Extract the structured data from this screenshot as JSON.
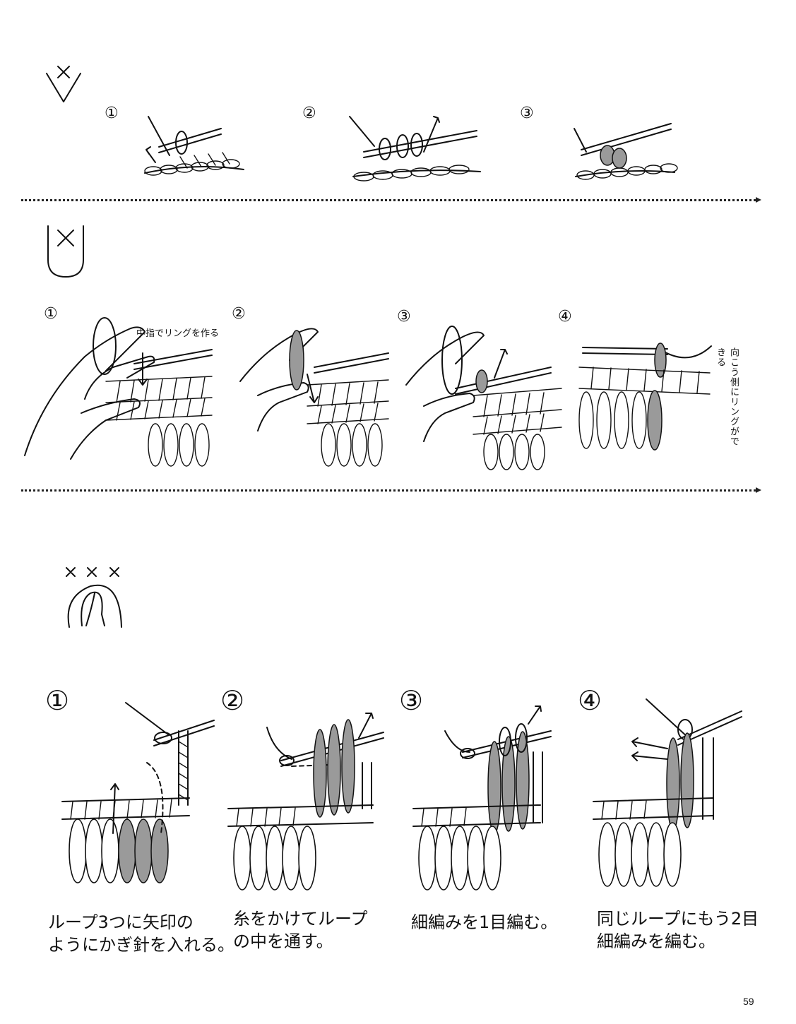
{
  "section1": {
    "steps": [
      "①",
      "②",
      "③"
    ]
  },
  "section2": {
    "steps": [
      "①",
      "②",
      "③",
      "④"
    ],
    "note_ring": "中指でリングを作る",
    "note_back": "向こう側にリングができる"
  },
  "section3": {
    "steps": [
      "①",
      "②",
      "③",
      "④"
    ],
    "captions": [
      "ループ3つに矢印の\nようにかぎ針を入れる。",
      "糸をかけてループ\nの中を通す。",
      "細編みを1目編む。",
      "同じループにもう2目\n細編みを編む。"
    ]
  },
  "page_number": "59",
  "colors": {
    "ink": "#111111",
    "highlight_yarn": "#9a9a9a",
    "background": "#ffffff"
  }
}
